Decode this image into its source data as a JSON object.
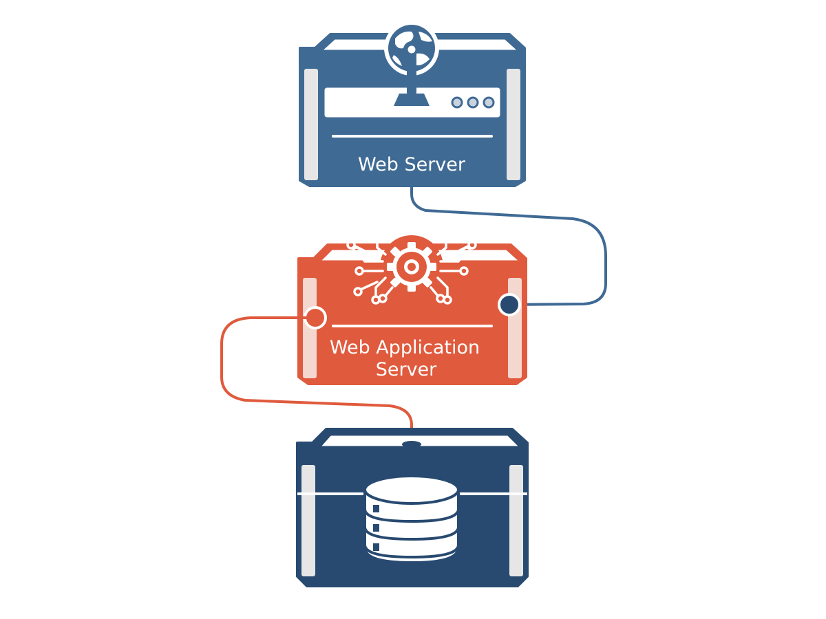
{
  "colors": {
    "web_server": "#3f6a94",
    "app_server": "#e05a3d",
    "database": "#284a70",
    "panel": "#ffffff",
    "side_face": "#e6e6e6",
    "background": "#ffffff"
  },
  "nodes": {
    "web_server": {
      "label": "Web Server",
      "icon": "globe-antenna-icon"
    },
    "app_server": {
      "label_line1": "Web Application",
      "label_line2": "Server",
      "icon": "gear-circuit-icon"
    },
    "database": {
      "icon": "database-cylinder-icon"
    }
  },
  "connections": [
    {
      "from": "web_server",
      "to": "app_server"
    },
    {
      "from": "app_server",
      "to": "database"
    }
  ]
}
